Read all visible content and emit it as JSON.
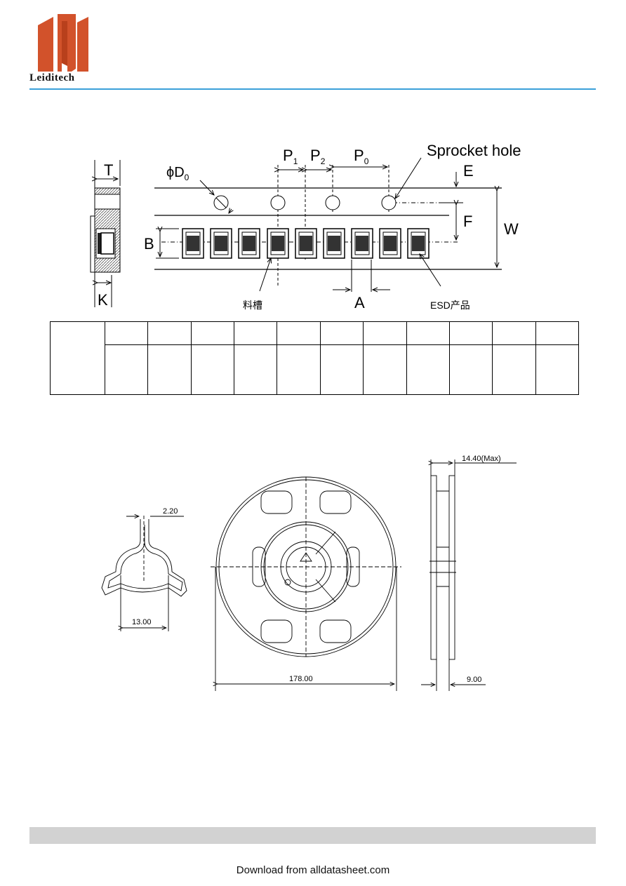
{
  "header": {
    "company": "Leiditech",
    "brand_color": "#d2522b",
    "rule_color": "#3aa0d9"
  },
  "tape_diagram": {
    "label_T": "T",
    "label_K": "K",
    "label_D0_phi": "ϕ",
    "label_D0": "D",
    "label_D0_sub": "0",
    "label_P": "P",
    "label_P1_sub": "1",
    "label_P2_sub": "2",
    "label_P0_sub": "0",
    "label_sprocket": "Sprocket hole",
    "label_E": "E",
    "label_F": "F",
    "label_W": "W",
    "label_B": "B",
    "label_A": "A",
    "label_pocket": "料槽",
    "label_product": "ESD产品"
  },
  "reel_diagram": {
    "dim_hub_slot": "2.20",
    "dim_hub_dia": "13.00",
    "dim_reel_dia": "178.00",
    "dim_width_max": "14.40(Max)",
    "dim_width": "9.00"
  },
  "footer": {
    "text": "Download from alldatasheet.com"
  }
}
